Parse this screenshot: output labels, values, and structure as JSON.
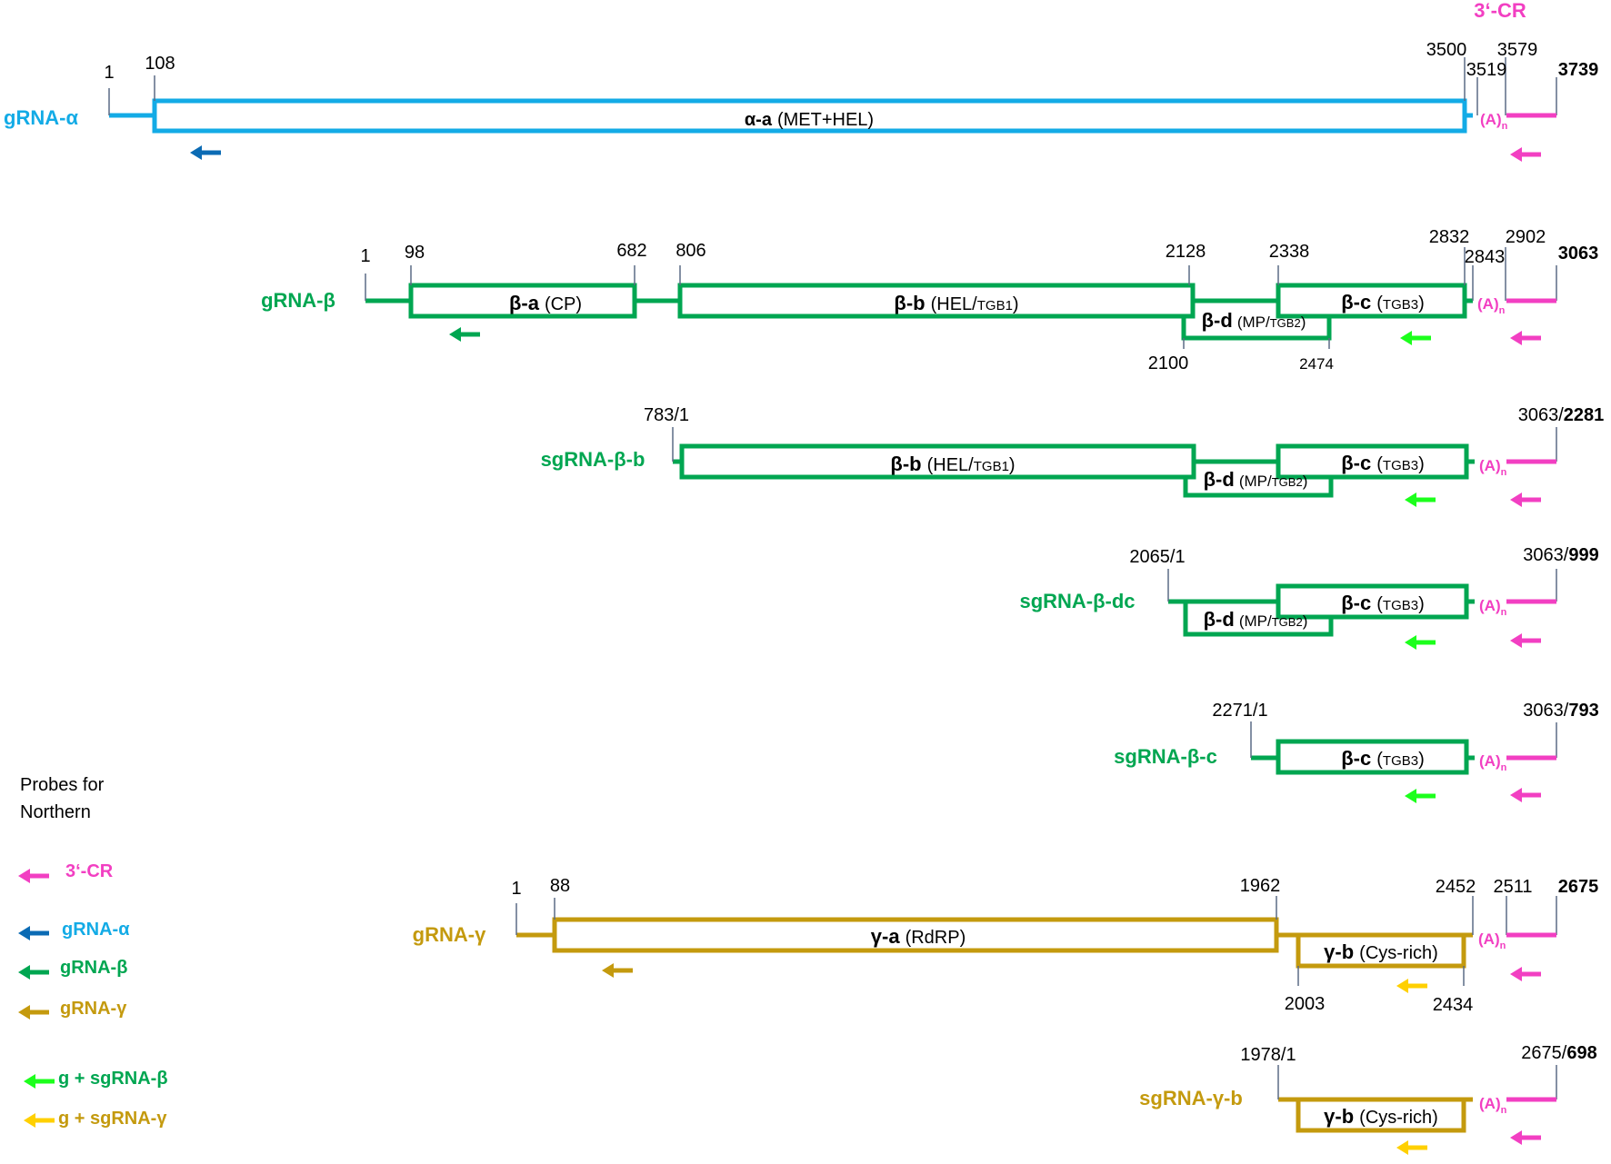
{
  "colors": {
    "alpha": "#13ABE6",
    "beta": "#00A651",
    "gamma": "#C49A0E",
    "cr": "#F23FC2",
    "probe_alpha": "#0B6BB4",
    "probe_beta": "#00A651",
    "probe_beta_bright": "#1CFF1C",
    "probe_gamma": "#C49A0E",
    "probe_gamma_bright": "#FFD000",
    "tick": "#5a6a85",
    "text": "#000000"
  },
  "header": {
    "cr_title": "3‘-CR"
  },
  "poly_a": {
    "main": "(A)",
    "sub": "n"
  },
  "rnas": {
    "alpha": {
      "label": "gRNA-α",
      "start": "1",
      "orf_start": "108",
      "orf_end": "3500",
      "utr_pos": "3519",
      "cr_start": "3579",
      "end": "3739",
      "orf": {
        "name": "α-a",
        "desc": "(MET+HEL)"
      }
    },
    "beta": {
      "label": "gRNA-β",
      "start": "1",
      "a_start": "98",
      "a_end": "682",
      "b_start": "806",
      "b_end": "2128",
      "c_start": "2338",
      "c_end": "2832",
      "utr_pos": "2843",
      "cr_start": "2902",
      "end": "3063",
      "d_start": "2100",
      "d_end": "2474",
      "orf_a": {
        "name": "β-a",
        "desc": "(CP)"
      },
      "orf_b": {
        "name": "β-b",
        "desc": "(HEL/",
        "small": "TGB1",
        "close": ")"
      },
      "orf_c": {
        "name": "β-c",
        "desc": "(",
        "small": "TGB3",
        "close": ")"
      },
      "orf_d": {
        "name": "β-d",
        "desc": "(MP/",
        "small": "TGB2",
        "close": ")"
      }
    },
    "sg_beta_b": {
      "label": "sgRNA-β-b",
      "start": "783/1",
      "end_a": "3063/",
      "end_b": "2281"
    },
    "sg_beta_dc": {
      "label": "sgRNA-β-dc",
      "start": "2065/1",
      "end_a": "3063/",
      "end_b": "999"
    },
    "sg_beta_c": {
      "label": "sgRNA-β-c",
      "start": "2271/1",
      "end_a": "3063/",
      "end_b": "793"
    },
    "gamma": {
      "label": "gRNA-γ",
      "start": "1",
      "a_start": "88",
      "a_end": "1962",
      "b_end": "2452",
      "cr_start": "2511",
      "end": "2675",
      "b_start_low": "2003",
      "b_end_low": "2434",
      "orf_a": {
        "name": "γ-a",
        "desc": "(RdRP)"
      },
      "orf_b": {
        "name": "γ-b",
        "desc": "(Cys-rich)"
      }
    },
    "sg_gamma_b": {
      "label": "sgRNA-γ-b",
      "start": "1978/1",
      "end_a": "2675/",
      "end_b": "698"
    }
  },
  "legend": {
    "title_line1": "Probes for",
    "title_line2": "Northern",
    "items": [
      {
        "label": "3‘-CR"
      },
      {
        "label": "gRNA-α"
      },
      {
        "label": "gRNA-β"
      },
      {
        "label": "gRNA-γ"
      },
      {
        "label": "g + sgRNA-β"
      },
      {
        "label": "g + sgRNA-γ"
      }
    ]
  }
}
